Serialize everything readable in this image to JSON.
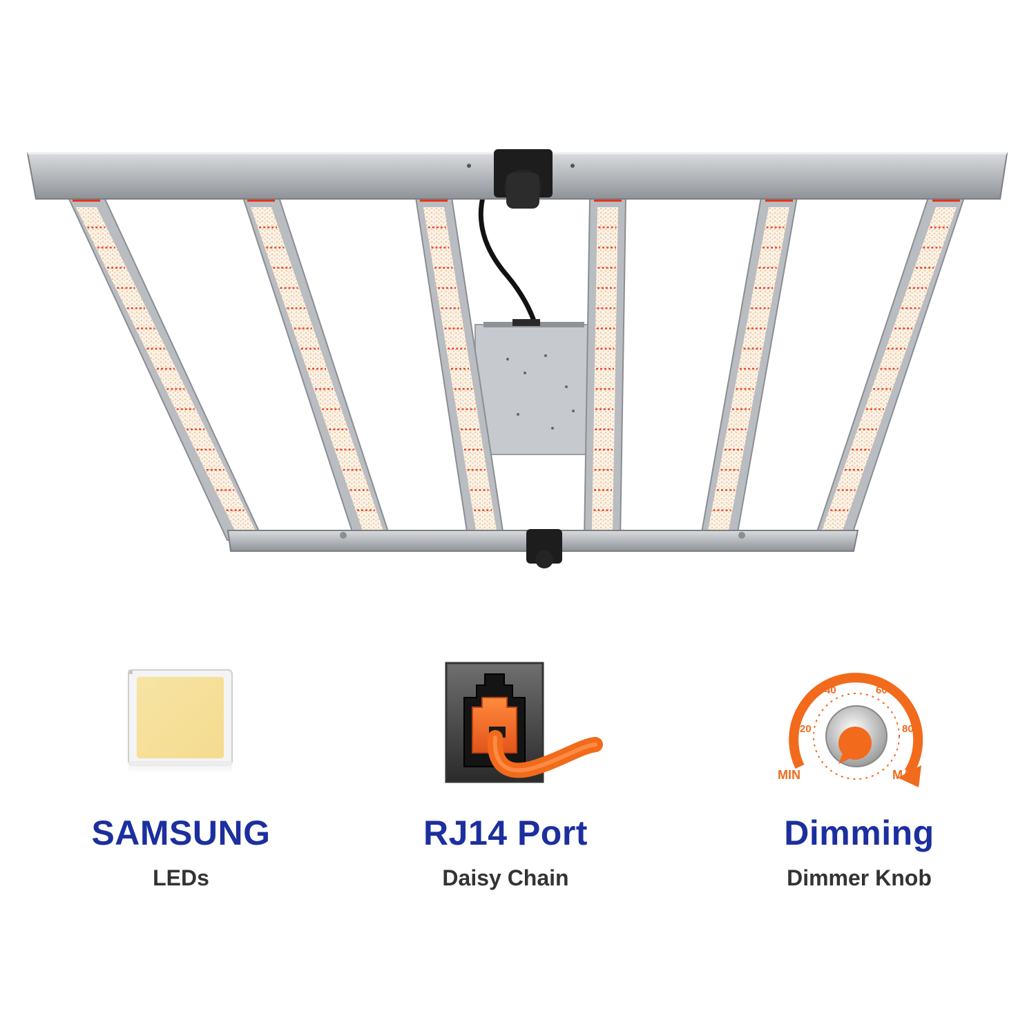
{
  "product": {
    "light_bar_count": 6,
    "colors": {
      "frame": "#b9bcc0",
      "led_white": "#fff5e6",
      "led_red": "#e8472c",
      "end_cap": "#e5341f",
      "connector": "#1e1e1e",
      "cable": "#111111",
      "driver": "#c8cbcf"
    }
  },
  "features": [
    {
      "icon": "led-chip-icon",
      "title": "SAMSUNG",
      "subtitle": "LEDs"
    },
    {
      "icon": "rj14-port-icon",
      "title": "RJ14 Port",
      "subtitle": "Daisy Chain"
    },
    {
      "icon": "dimmer-knob-icon",
      "title": "Dimming",
      "subtitle": "Dimmer Knob",
      "dial": {
        "ticks": [
          "20",
          "40",
          "60",
          "80"
        ],
        "min_label": "MIN",
        "max_label": "MAX"
      }
    }
  ],
  "colors": {
    "title": "#1c2f9e",
    "subtitle": "#333333",
    "accent_orange": "#f26a1b"
  }
}
